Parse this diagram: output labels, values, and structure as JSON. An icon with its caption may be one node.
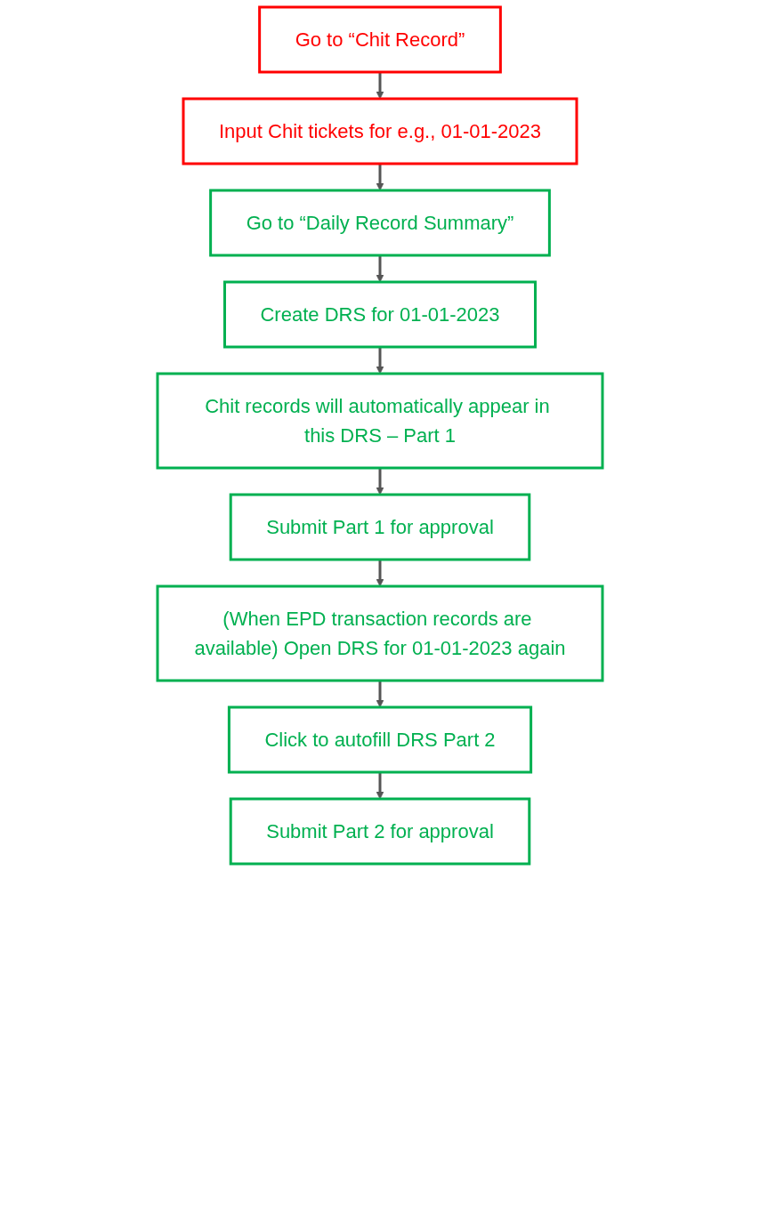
{
  "diagram": {
    "nodes": [
      {
        "text": [
          "Go to “Chit Record”"
        ]
      },
      {
        "text": [
          "Input Chit tickets for e.g., 01-01-2023"
        ]
      },
      {
        "text": [
          "Go to “Daily Record Summary”"
        ]
      },
      {
        "text": [
          "Create DRS for 01-01-2023"
        ]
      },
      {
        "text": [
          "Chit records will automatically appear in this DRS – Part 1"
        ]
      },
      {
        "text": [
          "Submit Part 1 for approval"
        ]
      },
      {
        "text": [
          "(When EPD transaction records are available) Open DRS for 01-01-2023 again"
        ]
      },
      {
        "text": [
          "Click to autofill DRS Part 2"
        ]
      },
      {
        "text": [
          "Submit Part 2 for approval"
        ]
      }
    ],
    "edges": [
      {
        "from": 0,
        "to": 1,
        "arrow": "to"
      },
      {
        "from": 1,
        "to": 2,
        "arrow": "to"
      },
      {
        "from": 2,
        "to": 3,
        "arrow": "to"
      },
      {
        "from": 3,
        "to": 4,
        "arrow": "to"
      },
      {
        "from": 4,
        "to": 5,
        "arrow": "to"
      },
      {
        "from": 5,
        "to": 6,
        "arrow": "to"
      },
      {
        "from": 6,
        "to": 7,
        "arrow": "to"
      },
      {
        "from": 7,
        "to": 8,
        "arrow": "to"
      }
    ]
  }
}
